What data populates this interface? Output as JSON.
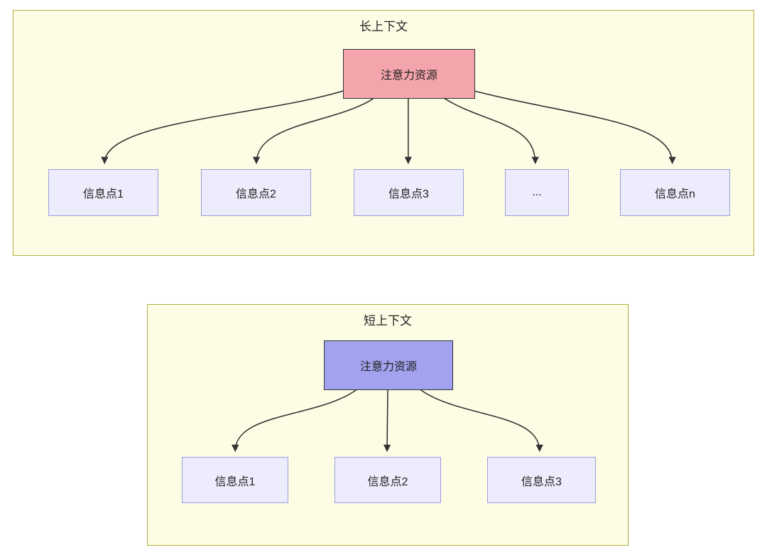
{
  "diagram": {
    "panels": [
      {
        "title": "长上下文",
        "root": {
          "label": "注意力资源",
          "fill": "#f4a4ab"
        },
        "children": [
          {
            "label": "信息点1"
          },
          {
            "label": "信息点2"
          },
          {
            "label": "信息点3"
          },
          {
            "label": "..."
          },
          {
            "label": "信息点n"
          }
        ]
      },
      {
        "title": "短上下文",
        "root": {
          "label": "注意力资源",
          "fill": "#a2a2ee"
        },
        "children": [
          {
            "label": "信息点1"
          },
          {
            "label": "信息点2"
          },
          {
            "label": "信息点3"
          }
        ]
      }
    ],
    "colors": {
      "panel_bg": "#fdfde6",
      "panel_border": "#b1b13b",
      "child_bg": "#ececfc",
      "child_border": "#9c9cd9",
      "root_border": "#333333",
      "arrow": "#333333",
      "text": "#222222"
    }
  }
}
